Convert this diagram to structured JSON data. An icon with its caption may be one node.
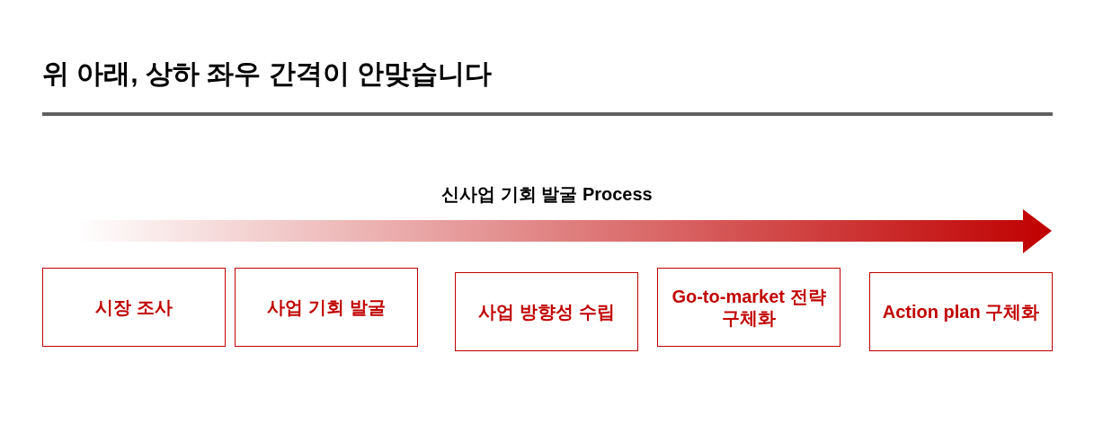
{
  "diagram": {
    "title": "위 아래, 상하 좌우 간격이 안맞습니다",
    "nodes": [
      {
        "text": [
          "시장 조사"
        ]
      },
      {
        "text": [
          "사업 기회 발굴"
        ]
      },
      {
        "text": [
          "사업 방향성 수립"
        ]
      },
      {
        "text": [
          "Go-to-market 전략 구체화"
        ]
      },
      {
        "text": [
          "Action plan 구체화"
        ]
      }
    ],
    "labels": [
      "신사업 기회 발굴 Process"
    ]
  }
}
